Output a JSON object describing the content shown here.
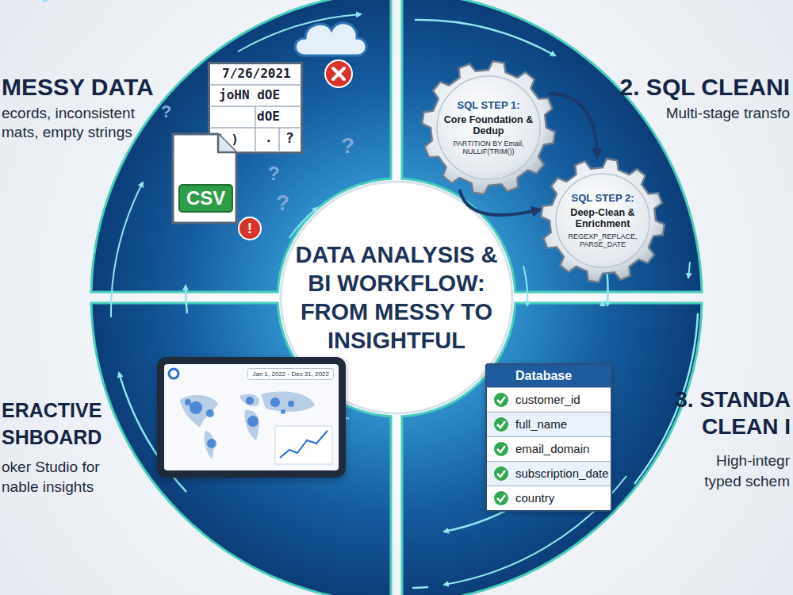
{
  "diagram": {
    "title": "DATA ANALYSIS & BI WORKFLOW: FROM MESSY TO INSIGHTFUL",
    "nodes": [
      {
        "text": [
          "7/26/2021",
          "joHN dOE",
          "dOE",
          "( )",
          ".",
          "?"
        ]
      },
      {
        "text": [
          "CSV"
        ]
      },
      {
        "text": [
          "SQL STEP 1:",
          "Core Foundation & Dedup",
          "PARTITION BY Email, NULLIF(TRIM())"
        ]
      },
      {
        "text": [
          "SQL STEP 2:",
          "Deep-Clean & Enrichment",
          "REGEXP_REPLACE, PARSE_DATE"
        ]
      },
      {
        "text": [
          "Database",
          "customer_id",
          "full_name",
          "email_domain",
          "subscription_date",
          "country"
        ]
      },
      {
        "text": [
          "Jan 1, 2022 - Dec 31, 2022"
        ]
      }
    ],
    "edges": [
      {
        "from": 2,
        "to": 3,
        "arrow": "to"
      },
      {
        "from": 2,
        "to": 3,
        "arrow": "to"
      }
    ],
    "labels": [
      "MESSY DATA",
      "ecords, inconsistent",
      "mats, empty strings",
      "2. SQL CLEANI",
      "Multi-stage transfo",
      "3. STANDA",
      "CLEAN I",
      "High-integr",
      "typed schem",
      "ERACTIVE",
      "SHBOARD",
      "oker Studio for",
      "nable insights",
      "?",
      "?",
      "?",
      "?",
      "?",
      "!",
      "!"
    ]
  }
}
